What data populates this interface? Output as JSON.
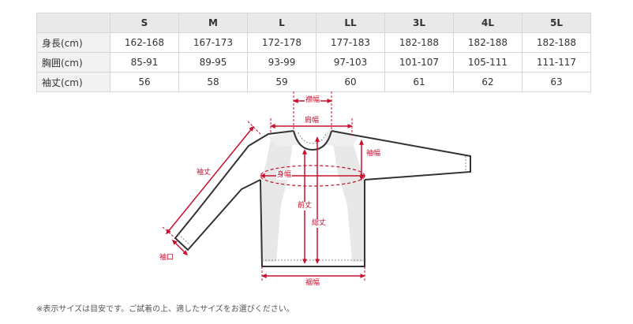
{
  "table": {
    "headers": [
      "S",
      "M",
      "L",
      "LL",
      "3L",
      "4L",
      "5L"
    ],
    "rows": [
      {
        "label": "身長(cm)",
        "values": [
          "162-168",
          "167-173",
          "172-178",
          "177-183",
          "182-188",
          "182-188",
          "182-188"
        ]
      },
      {
        "label": "胸囲(cm)",
        "values": [
          "85-91",
          "89-95",
          "93-99",
          "97-103",
          "101-107",
          "105-111",
          "111-117"
        ]
      },
      {
        "label": "袖丈(cm)",
        "values": [
          "56",
          "58",
          "59",
          "60",
          "61",
          "62",
          "63"
        ]
      }
    ]
  },
  "diagram": {
    "labels": {
      "neck_width": "襟幅",
      "shoulder_width": "肩幅",
      "sleeve_width": "袖幅",
      "sleeve_length": "袖丈",
      "body_width": "身幅",
      "front_length": "前丈",
      "total_length": "総丈",
      "cuff": "袖口",
      "hem_width": "裾幅"
    },
    "colors": {
      "dimension": "#c8102e",
      "outline": "#333333",
      "shading": "#e8e8e8"
    }
  },
  "note": "※表示サイズは目安です。ご試着の上、適したサイズをお選びください。"
}
